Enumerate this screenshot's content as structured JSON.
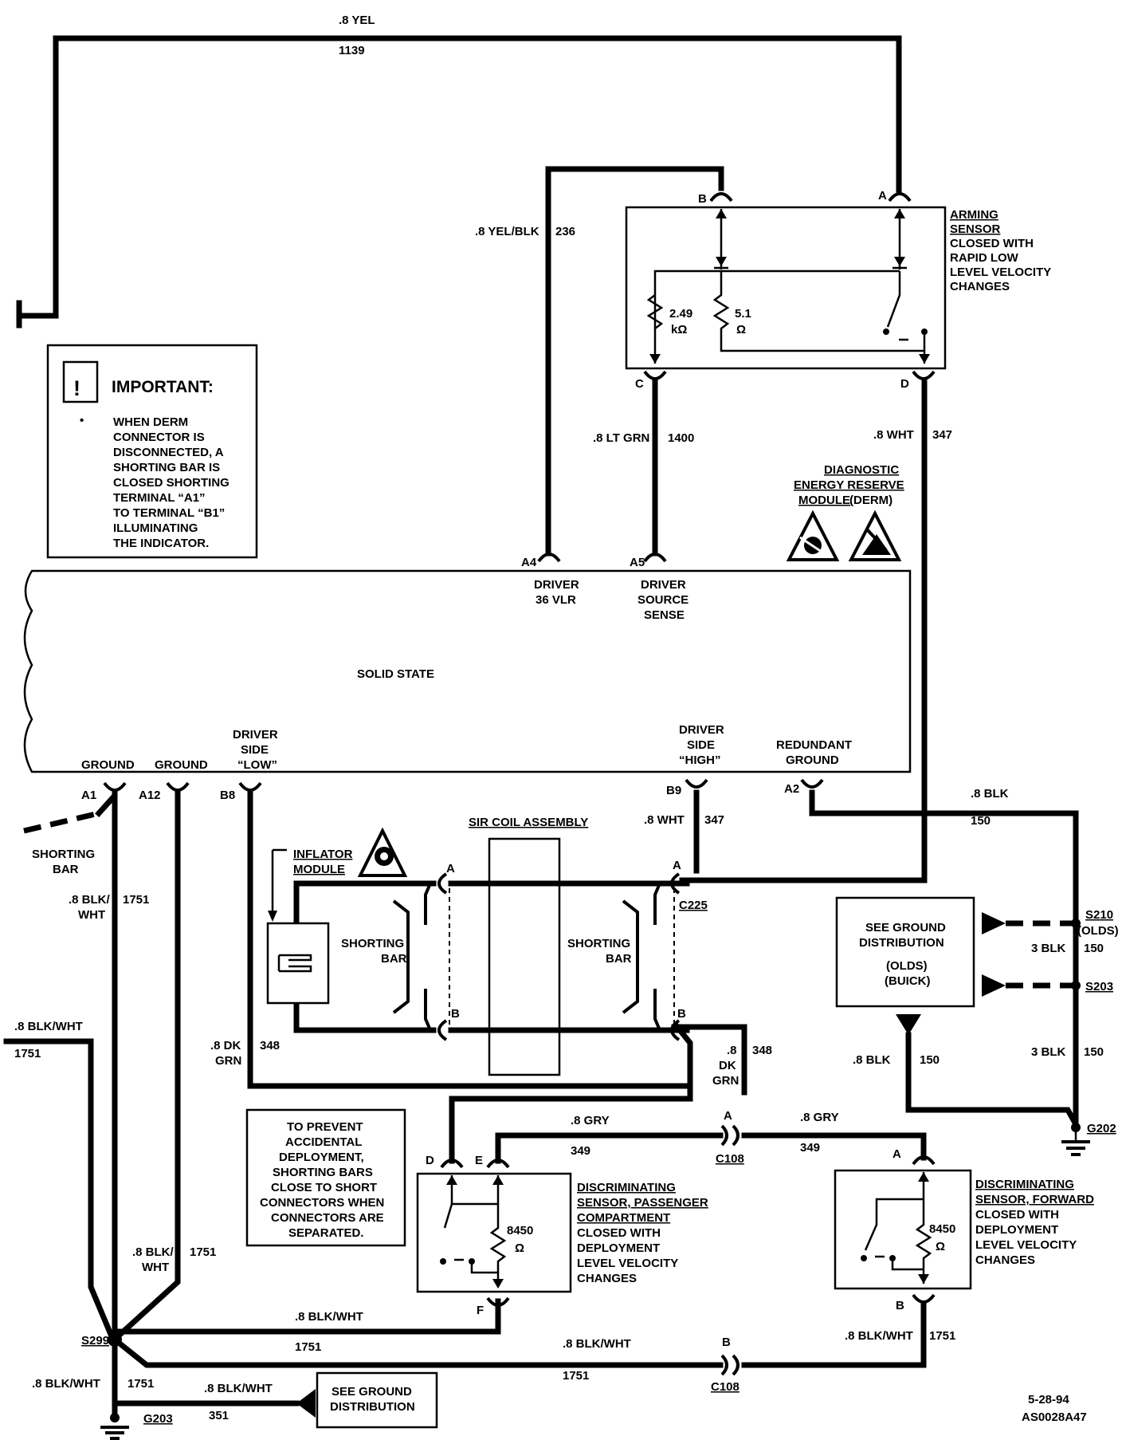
{
  "top_wire": {
    "color": ".8 YEL",
    "circuit": "1139"
  },
  "arming_sensor": {
    "title": [
      "ARMING",
      "SENSOR"
    ],
    "desc": [
      "CLOSED WITH",
      "RAPID LOW",
      "LEVEL VELOCITY",
      "CHANGES"
    ],
    "pins": {
      "a": "A",
      "b": "B",
      "c": "C",
      "d": "D"
    },
    "r1": {
      "value": "2.49",
      "unit": "kΩ"
    },
    "r2": {
      "value": "5.1",
      "unit": "Ω"
    }
  },
  "wires": {
    "w236": {
      "color": ".8 YEL/BLK",
      "circuit": "236"
    },
    "w1400": {
      "color": ".8 LT GRN",
      "circuit": "1400"
    },
    "w347_top": {
      "color": ".8 WHT",
      "circuit": "347"
    },
    "w347_b9": {
      "color": ".8 WHT",
      "circuit": "347"
    },
    "w150_a2": {
      "color": ".8 BLK",
      "circuit": "150"
    },
    "w1751_a1_color": [
      ".8 BLK/",
      "WHT"
    ],
    "w1751_a1_circuit": "1751",
    "w1751_a12_color": [
      ".8 BLK/",
      "WHT"
    ],
    "w1751_a12_circuit": "1751",
    "w348_left_color": [
      ".8 DK",
      "GRN"
    ],
    "w348_left_circuit": "348",
    "w348_right_color": [
      ".8",
      "DK",
      "GRN"
    ],
    "w348_right_circuit": "348",
    "w_left_stub": {
      "color": ".8 BLK/WHT",
      "circuit": "1751"
    },
    "w349_left": {
      "color": ".8 GRY",
      "circuit": "349"
    },
    "w349_right": {
      "color": ".8 GRY",
      "circuit": "349"
    },
    "w1751_f": {
      "color": ".8 BLK/WHT",
      "circuit": "1751"
    },
    "w1751_bottom": {
      "color": ".8 BLK/WHT",
      "circuit": "1751"
    },
    "w1751_fwd": {
      "color": ".8 BLK/WHT",
      "circuit": "1751"
    },
    "w1751_ground": {
      "color": ".8 BLK/WHT",
      "circuit": "1751"
    },
    "w351": {
      "color": ".8 BLK/WHT",
      "circuit": "351"
    },
    "w150_s210": {
      "color": "3 BLK",
      "circuit": "150"
    },
    "w150_s203": {
      "color": "3 BLK",
      "circuit": "150"
    },
    "w150_grd": {
      "color": ".8 BLK",
      "circuit": "150"
    }
  },
  "important": {
    "title": "IMPORTANT:",
    "bullet": "•",
    "text": [
      "WHEN DERM",
      "CONNECTOR IS",
      "DISCONNECTED, A",
      "SHORTING BAR IS",
      "CLOSED SHORTING",
      "TERMINAL “A1”",
      "TO TERMINAL “B1”",
      "ILLUMINATING",
      "THE INDICATOR."
    ]
  },
  "derm": {
    "title": [
      "DIAGNOSTIC",
      "ENERGY RESERVE"
    ],
    "title3": "MODULE",
    "abbr": "(DERM)",
    "solid_state": "SOLID STATE",
    "pins": {
      "a4": "A4",
      "a5": "A5",
      "a1": "A1",
      "a12": "A12",
      "b8": "B8",
      "b9": "B9",
      "a2": "A2"
    },
    "labels": {
      "driver_vlr": [
        "DRIVER",
        "36 VLR"
      ],
      "driver_source": [
        "DRIVER",
        "SOURCE",
        "SENSE"
      ],
      "ground1": "GROUND",
      "ground2": "GROUND",
      "driver_low": [
        "DRIVER",
        "SIDE",
        "“LOW”"
      ],
      "driver_high": [
        "DRIVER",
        "SIDE",
        "“HIGH”"
      ],
      "redundant": [
        "REDUNDANT",
        "GROUND"
      ]
    }
  },
  "shorting_bar_left": [
    "SHORTING",
    "BAR"
  ],
  "sir_coil": {
    "title": "SIR COIL ASSEMBLY"
  },
  "inflator": {
    "title": [
      "INFLATOR",
      "MODULE"
    ]
  },
  "shorting_bar_1": [
    "SHORTING",
    "BAR"
  ],
  "shorting_bar_2": [
    "SHORTING",
    "BAR"
  ],
  "connector_pins": {
    "a": "A",
    "b": "B",
    "a2": "A",
    "b2": "B"
  },
  "c225": "C225",
  "ground_dist_box": {
    "lines": [
      "SEE GROUND",
      "DISTRIBUTION",
      "(OLDS)",
      "(BUICK)"
    ]
  },
  "splices": {
    "s210": "S210",
    "olds": "(OLDS)",
    "s203": "S203",
    "g202": "G202",
    "s299": "S299",
    "g203": "G203"
  },
  "prevent_box": [
    "TO PREVENT",
    "ACCIDENTAL",
    "DEPLOYMENT,",
    "SHORTING BARS",
    "CLOSE TO SHORT",
    "CONNECTORS WHEN",
    "CONNECTORS ARE",
    "SEPARATED."
  ],
  "disc_passenger": {
    "title": [
      "DISCRIMINATING",
      "SENSOR, PASSENGER",
      "COMPARTMENT"
    ],
    "desc": [
      "CLOSED WITH",
      "DEPLOYMENT",
      "LEVEL VELOCITY",
      "CHANGES"
    ],
    "pins": {
      "d": "D",
      "e": "E",
      "f": "F"
    },
    "res": {
      "value": "8450",
      "unit": "Ω"
    }
  },
  "disc_forward": {
    "title": [
      "DISCRIMINATING",
      "SENSOR, FORWARD"
    ],
    "desc": [
      "CLOSED WITH",
      "DEPLOYMENT",
      "LEVEL VELOCITY",
      "CHANGES"
    ],
    "pins": {
      "a": "A",
      "b": "B"
    },
    "res": {
      "value": "8450",
      "unit": "Ω"
    }
  },
  "c108_top": {
    "name": "C108",
    "pin": "A"
  },
  "c108_bottom": {
    "name": "C108",
    "pin": "B"
  },
  "ground_dist_small": [
    "SEE GROUND",
    "DISTRIBUTION"
  ],
  "footer": {
    "date": "5-28-94",
    "code": "AS0028A47"
  }
}
